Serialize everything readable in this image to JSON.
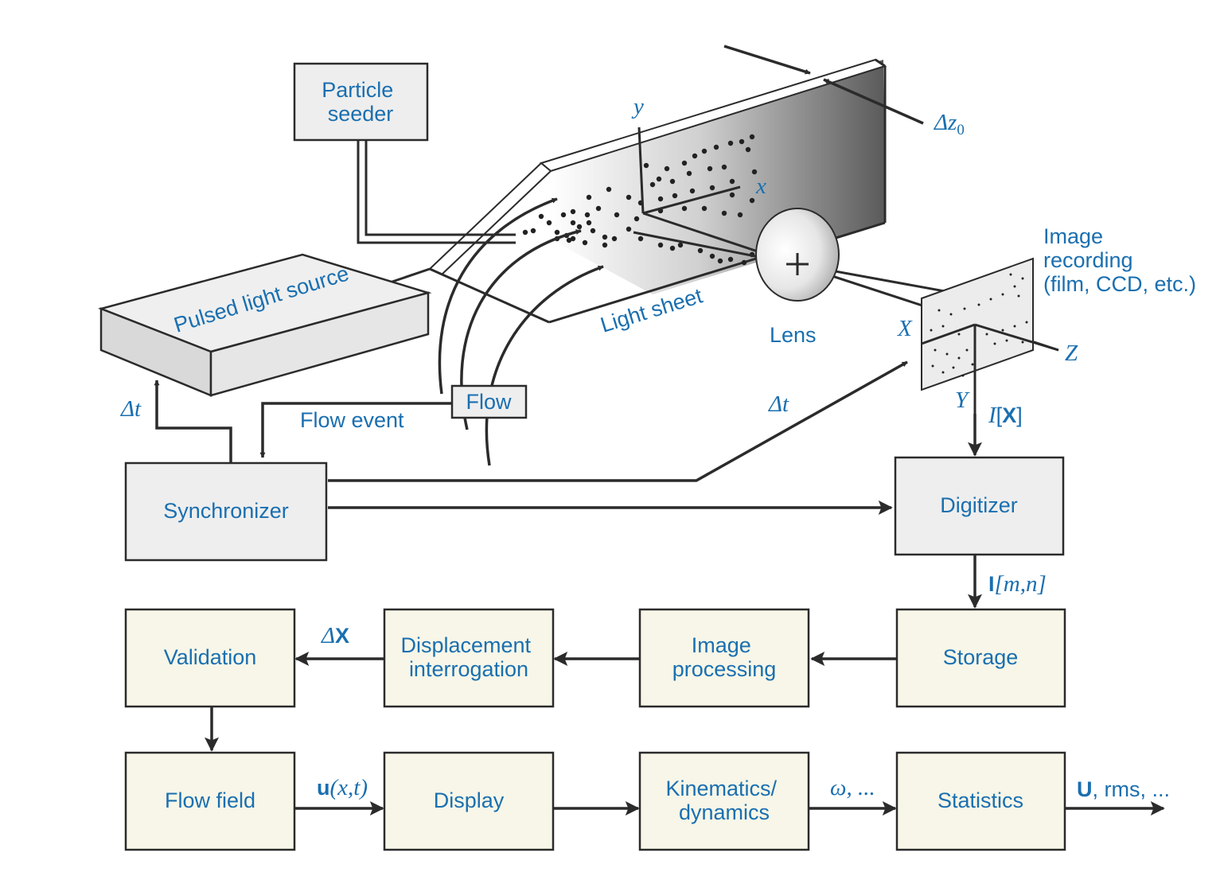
{
  "boxes": {
    "particle_seeder": [
      "Particle",
      "seeder"
    ],
    "synchronizer": "Synchronizer",
    "digitizer": "Digitizer",
    "storage": "Storage",
    "image_processing": [
      "Image",
      "processing"
    ],
    "displacement_interrogation": [
      "Displacement",
      "interrogation"
    ],
    "validation": "Validation",
    "flow_field": "Flow field",
    "display": "Display",
    "kinematics": [
      "Kinematics/",
      "dynamics"
    ],
    "statistics": "Statistics",
    "flow": "Flow"
  },
  "labels": {
    "pulsed_light_source": "Pulsed light source",
    "light_sheet": "Light sheet",
    "lens": "Lens",
    "image_recording": [
      "Image",
      "recording",
      "(film, CCD, etc.)"
    ],
    "flow_event": "Flow event",
    "delta_t_left": "Δt",
    "delta_t_mid": "Δt",
    "delta_z0": "Δz",
    "delta_z0_sub": "0",
    "axis_x_lower": "x",
    "axis_y_lower": "y",
    "axis_X": "X",
    "axis_Y": "Y",
    "axis_Z": "Z",
    "I_X": {
      "pre": "I",
      "open": "[",
      "bold": "X",
      "close": "]"
    },
    "I_mn": {
      "bold": "I",
      "rest": "[m,n]"
    },
    "delta_X": {
      "pre": "Δ",
      "bold": "X"
    },
    "u_xt": {
      "bold": "u",
      "rest": "(x,t)"
    },
    "omega": "ω, ...",
    "U_rms": {
      "bold": "U",
      "rest": ", rms, ..."
    }
  },
  "colors": {
    "label_blue": "#1a6fb0",
    "line": "#2b2b2b",
    "gray_box": "#eeeeee",
    "cream_box": "#f7f6e8"
  }
}
